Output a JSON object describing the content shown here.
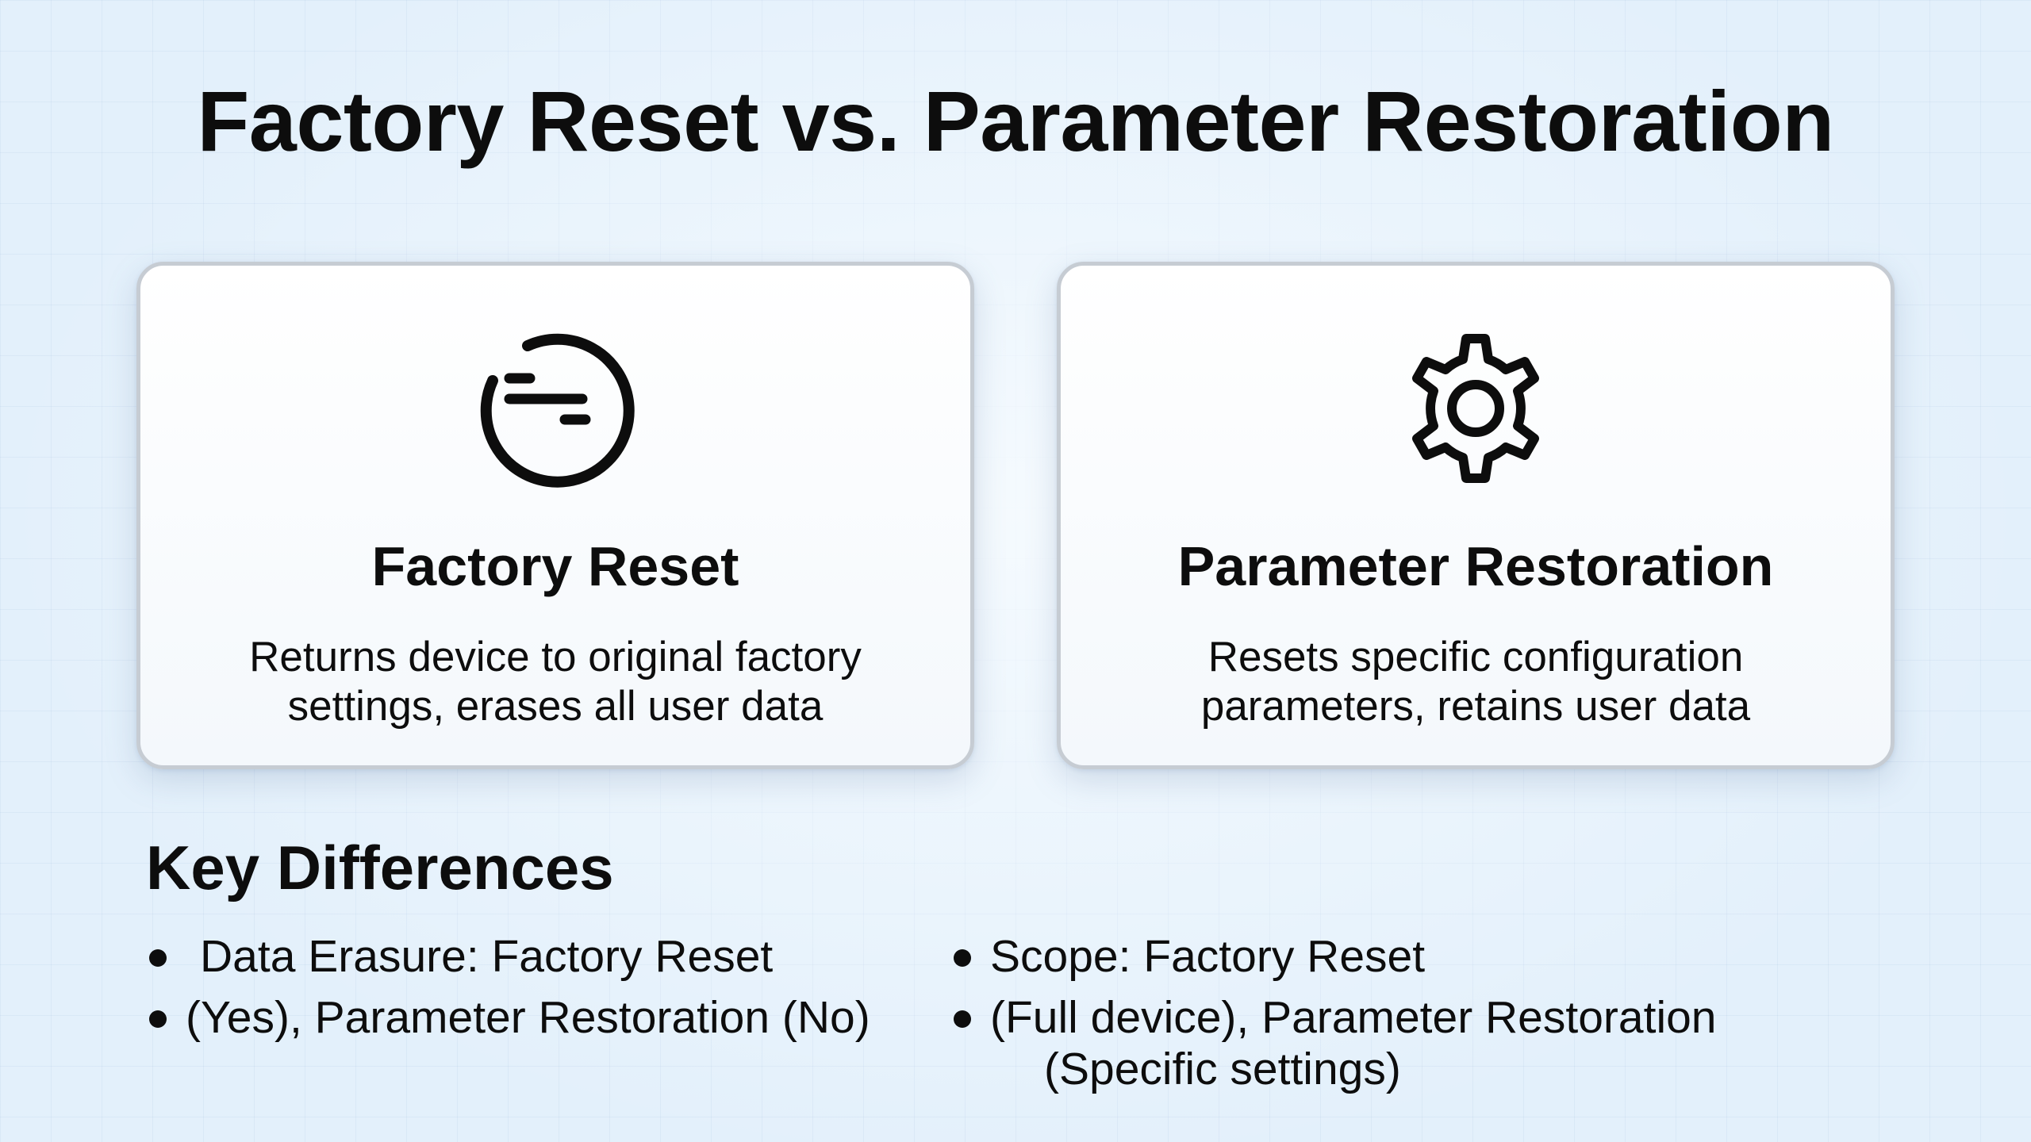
{
  "page": {
    "title": "Factory Reset vs. Parameter Restoration"
  },
  "cards": [
    {
      "icon": "reset-circle-icon",
      "title": "Factory Reset",
      "description_lines": [
        "Returns device to original factory",
        "settings, erases all user data"
      ]
    },
    {
      "icon": "gear-icon",
      "title": "Parameter Restoration",
      "description_lines": [
        "Resets specific configuration",
        "parameters, retains user data"
      ]
    }
  ],
  "key_differences": {
    "heading": "Key Differences",
    "left_bullets": [
      "Data Erasure: Factory Reset",
      "(Yes), Parameter Restoration (No)"
    ],
    "right_bullets": [
      "Scope: Factory Reset",
      "(Full device), Parameter Restoration",
      "(Specific settings)"
    ]
  },
  "colors": {
    "text": "#0d0d0d",
    "background": "#e3f0fb",
    "card_border": "#c6ccd3",
    "card_fill": "#ffffff"
  }
}
